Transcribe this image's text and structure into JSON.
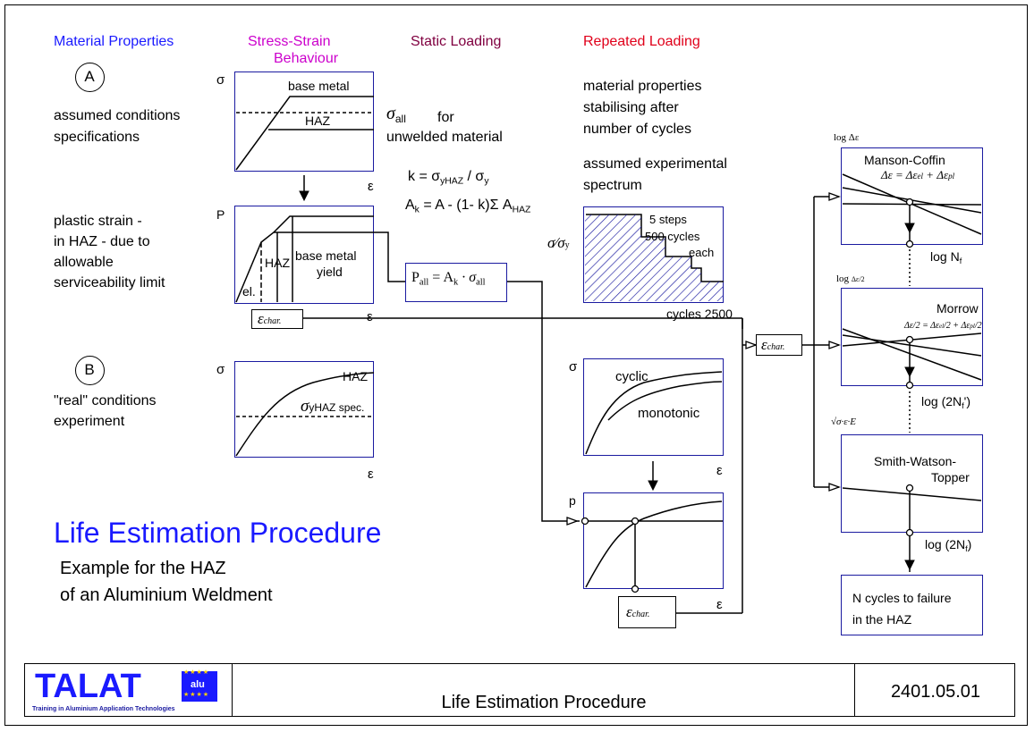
{
  "columns": {
    "material": "Material Properties",
    "stress_strain_1": "Stress-Strain",
    "stress_strain_2": "Behaviour",
    "static": "Static Loading",
    "repeated": "Repeated Loading"
  },
  "colors": {
    "blue": "#1a1aff",
    "magenta": "#cc00cc",
    "maroon": "#800040",
    "red": "#e0001a",
    "box": "#1a1aa0"
  },
  "cond_a": {
    "marker": "A",
    "line1": "assumed conditions",
    "line2": "specifications"
  },
  "cond_b": {
    "marker": "B",
    "line1": "\"real\" conditions",
    "line2": "experiment"
  },
  "plastic": {
    "l1": "plastic strain -",
    "l2": "in HAZ - due to",
    "l3": "allowable",
    "l4": "serviceability limit"
  },
  "graph1": {
    "y": "σ",
    "x": "ε",
    "base": "base metal",
    "haz": "HAZ"
  },
  "sigma_all": {
    "sym": "σ",
    "sub": "all",
    "for": "for",
    "unwelded": "unwelded material"
  },
  "k_formula": {
    "k": "k = σ",
    "sub1": "yHAZ",
    "div": " / σ",
    "sub2": "y"
  },
  "ak_formula": {
    "a": "A",
    "sub_k": "k",
    "rest": " = A - (1- k)Σ A",
    "sub_haz": "HAZ"
  },
  "graph2": {
    "y": "P",
    "haz": "HAZ",
    "base1": "base metal",
    "base2": "yield",
    "el": "el."
  },
  "pall": {
    "p": "P",
    "sub1": "all",
    "eq": " = A",
    "sub2": "k",
    "dot": " · σ",
    "sub3": "all"
  },
  "eps_char": {
    "sym": "ε",
    "sub": "char."
  },
  "eps": "ε",
  "graph3": {
    "y": "σ",
    "x": "ε",
    "haz": "HAZ",
    "sig": "σ",
    "sig_sub": "yHAZ spec."
  },
  "repeated_text": {
    "l1": "material properties",
    "l2": "stabilising after",
    "l3": "number of cycles",
    "l4": "assumed experimental",
    "l5": "spectrum"
  },
  "spectrum": {
    "steps": "5 steps",
    "cycles": "500 cycles",
    "each": "each",
    "cyc": "cycles 2500",
    "ratio_num": "σ",
    "ratio_den": "σ",
    "ratio_sub": "y"
  },
  "cyclic_graph": {
    "y": "σ",
    "x": "ε",
    "cyclic": "cyclic",
    "mono": "monotonic"
  },
  "p_graph": {
    "y": "p",
    "x": "ε"
  },
  "manson": {
    "title": "Manson-Coffin",
    "formula": "Δε = Δε",
    "el": "el",
    "plus": " + Δε",
    "pl": "pl",
    "axis": "log N",
    "axis_sub": "f",
    "top": "log Δε"
  },
  "morrow": {
    "title": "Morrow",
    "axis": "log (2N",
    "axis_sub": "f",
    "axis_end": "')",
    "top": "log",
    "top_frac_n": "Δε",
    "top_frac_d": "2"
  },
  "swt": {
    "title1": "Smith-Watson-",
    "title2": "Topper",
    "axis": "log (2N",
    "axis_sub": "f",
    "axis_end": ")",
    "top": "√σ·ε·E"
  },
  "result": {
    "l1": "N cycles to failure",
    "l2": "in the HAZ"
  },
  "main_title": "Life Estimation Procedure",
  "subtitle1": "Example for the HAZ",
  "subtitle2": "of an Aluminium Weldment",
  "footer": {
    "logo": "TALAT",
    "logo_badge": "alu",
    "logo_sub": "Training in Aluminium Application Technologies",
    "title": "Life Estimation Procedure",
    "code": "2401.05.01"
  }
}
